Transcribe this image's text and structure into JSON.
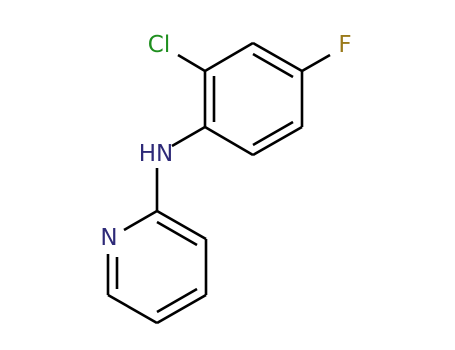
{
  "structure": {
    "atoms": {
      "cl": {
        "label": "Cl",
        "color": "#1f8f1f"
      },
      "f": {
        "label": "F",
        "color": "#9a7a1a"
      },
      "nh": {
        "label": "HN",
        "color": "#2e2a78"
      },
      "n_ring": {
        "label": "N",
        "color": "#2e2a78"
      }
    },
    "bond_color": "#000000",
    "background": "#ffffff"
  }
}
